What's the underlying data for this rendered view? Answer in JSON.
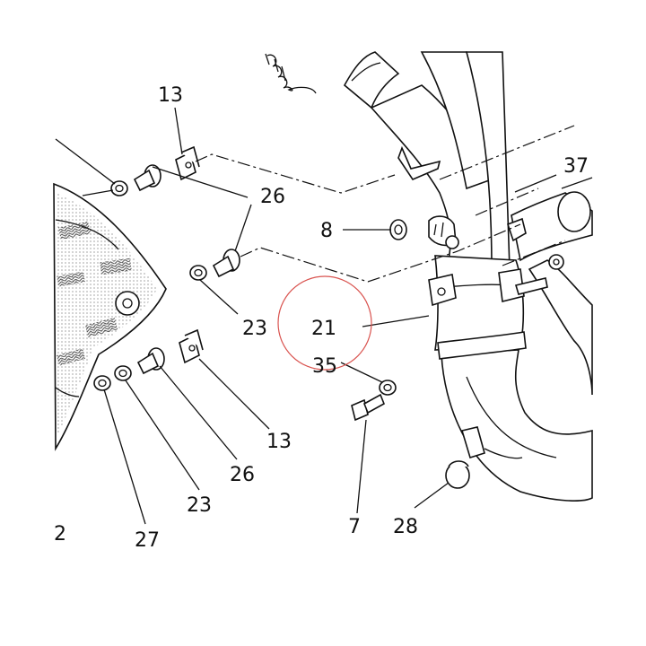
{
  "parts": {
    "p13a": "13",
    "p13b": "13",
    "p26a": "26",
    "p26b": "26",
    "p23a": "23",
    "p23b": "23",
    "p8": "8",
    "p37": "37",
    "p21": "21",
    "p35": "35",
    "p7": "7",
    "p28": "28",
    "p27": "27",
    "p2": "2"
  },
  "colors": {
    "ink": "#111111",
    "highlight_circle": "#d9534f"
  }
}
